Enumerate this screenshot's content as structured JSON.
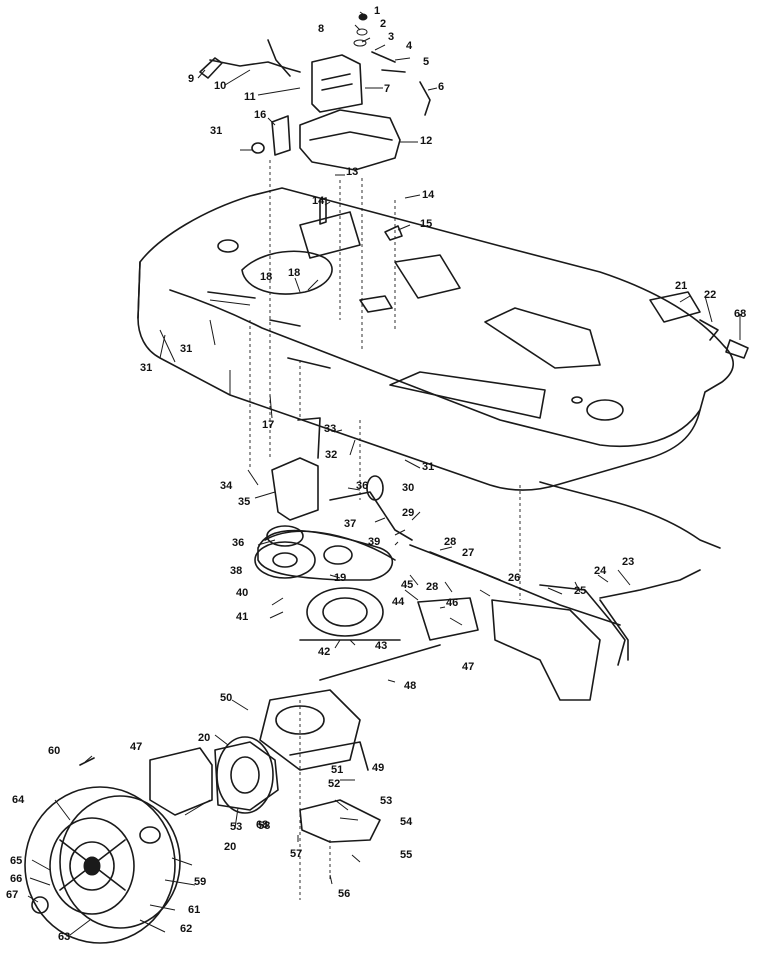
{
  "diagram": {
    "labels": [
      "1",
      "2",
      "3",
      "4",
      "5",
      "6",
      "7",
      "8",
      "9",
      "10",
      "11",
      "12",
      "13",
      "14",
      "14",
      "15",
      "16",
      "17",
      "18",
      "18",
      "19",
      "20",
      "20",
      "21",
      "22",
      "23",
      "24",
      "25",
      "26",
      "27",
      "28",
      "28",
      "29",
      "30",
      "31",
      "31",
      "31",
      "31",
      "32",
      "33",
      "34",
      "35",
      "36",
      "36",
      "37",
      "38",
      "39",
      "40",
      "41",
      "42",
      "43",
      "44",
      "45",
      "46",
      "47",
      "47",
      "48",
      "49",
      "50",
      "51",
      "52",
      "53",
      "53",
      "54",
      "55",
      "56",
      "57",
      "58",
      "59",
      "60",
      "61",
      "62",
      "63",
      "64",
      "65",
      "66",
      "67",
      "68",
      "68"
    ]
  }
}
